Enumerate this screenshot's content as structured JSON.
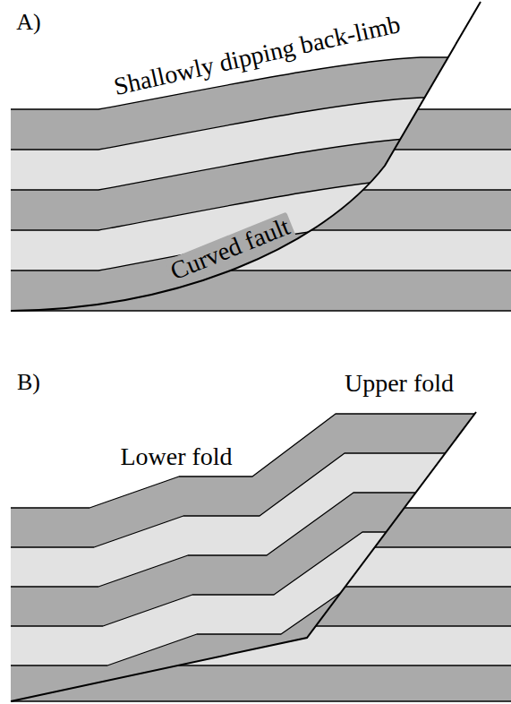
{
  "diagram": {
    "labels": [
      "A)",
      "Shallowly dipping back-limb",
      "Curved fault",
      "B)",
      "Upper fold",
      "Lower fold"
    ]
  }
}
